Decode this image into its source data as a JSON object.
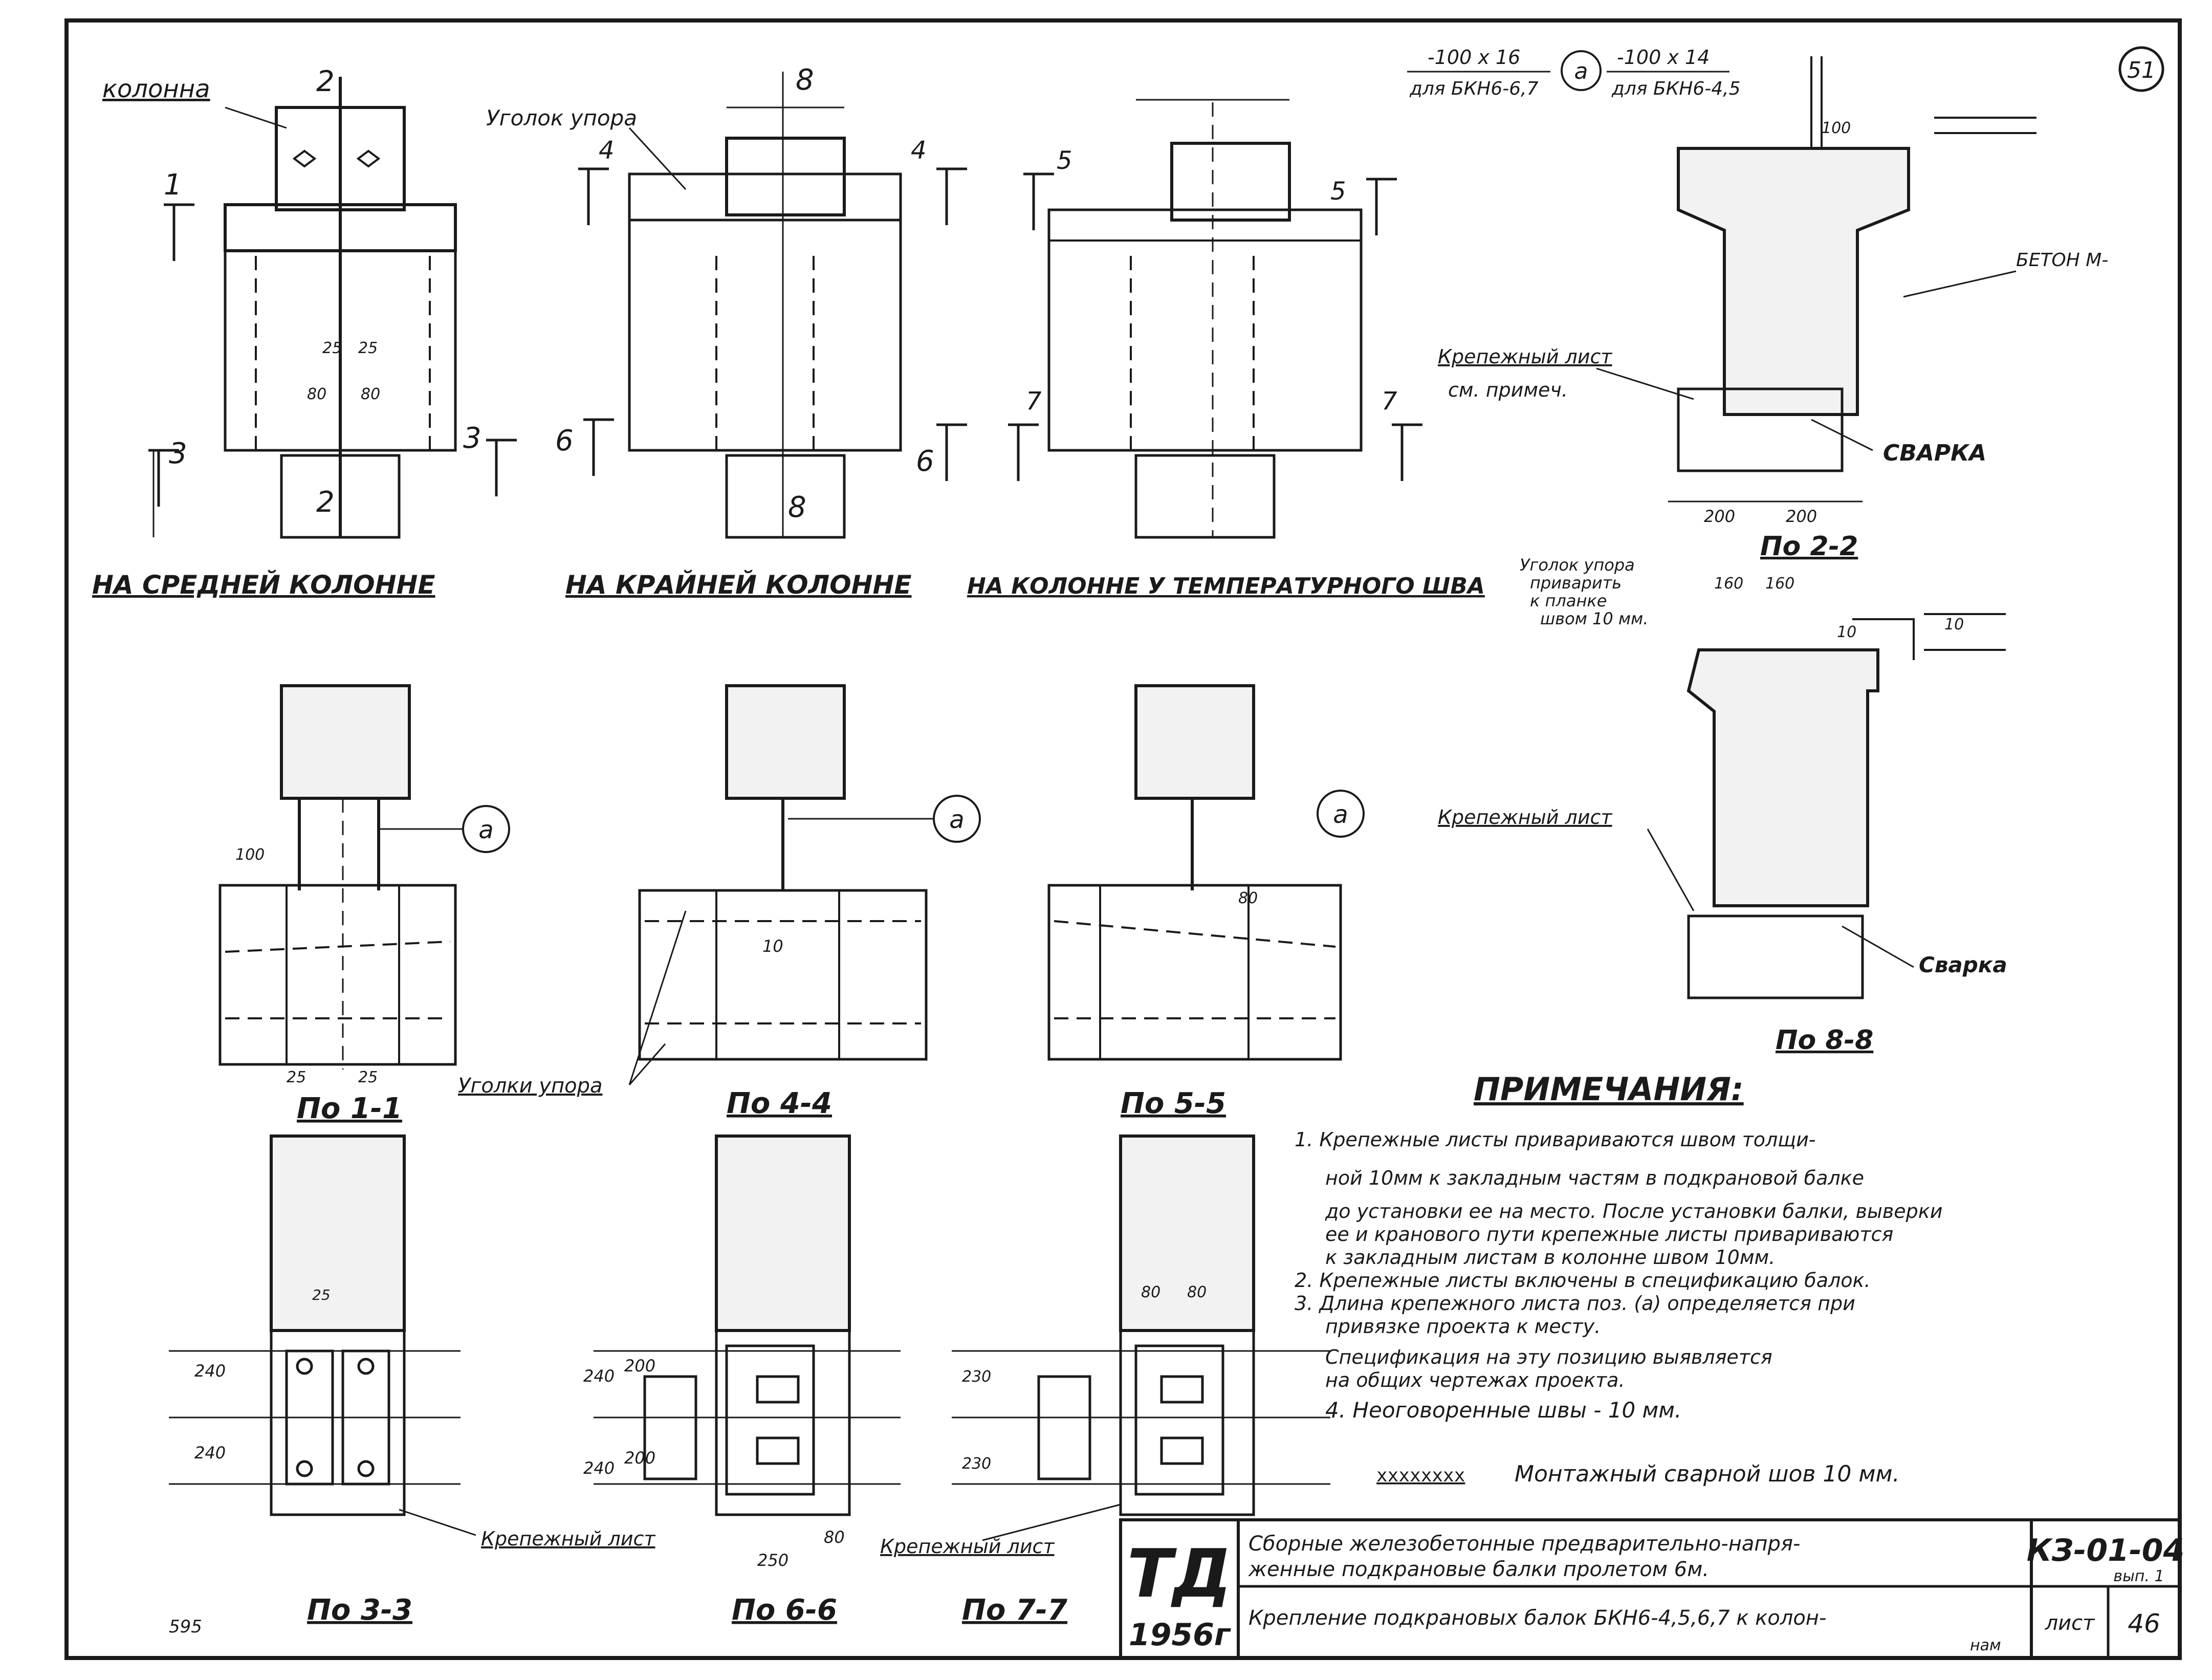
{
  "sheet_number": "51",
  "labels": {
    "column": "колонна",
    "stop_angle": "Уголок упора",
    "stop_angles": "Уголки упора",
    "fastening_sheet": "Крепежный лист",
    "see_note": "см. примеч.",
    "concrete": "БЕТОН М-",
    "welding": "СВАРКА",
    "welding2": "Сварка",
    "stop_angle_weld_1": "Уголок упора",
    "stop_angle_weld_2": "приварить",
    "stop_angle_weld_3": "к планке",
    "stop_angle_weld_4": "швом 10 мм.",
    "page_number": "595"
  },
  "plate_spec": {
    "marker": "а",
    "left_size": "-100 x 16",
    "left_for": "для БКН6-6,7",
    "right_size": "-100 x 14",
    "right_for": "для БКН6-4,5"
  },
  "views": {
    "middle": "НА СРЕДНЕЙ КОЛОННЕ",
    "edge": "НА КРАЙНЕЙ КОЛОННЕ",
    "joint": "НА КОЛОННЕ У ТЕМПЕРАТУРНОГО ШВА"
  },
  "sections": {
    "s11": "По 1-1",
    "s44": "По 4-4",
    "s55": "По 5-5",
    "s33": "По 3-3",
    "s66": "По 6-6",
    "s77": "По 7-7",
    "s22": "По 2-2",
    "s88": "По 8-8"
  },
  "cut_marks": [
    "1",
    "2",
    "3",
    "4",
    "5",
    "6",
    "7",
    "8"
  ],
  "dimensions": {
    "d25": "25",
    "d80": "80",
    "d100": "100",
    "d200": "200",
    "d160": "160",
    "d10": "10",
    "d240": "240",
    "d230": "230",
    "d250": "250"
  },
  "notes": {
    "title": "ПРИМЕЧАНИЯ:",
    "lines": [
      "1. Крепежные листы                привариваются швом толщи-",
      "ной 10мм к закладным частям в подкрановой балке",
      "до установки ее на место. После установки балки, выверки",
      "ее и кранового пути крепежные листы привариваются",
      "к закладным листам в колонне швом 10мм.",
      "2. Крепежные листы включены в спецификацию балок.",
      "3. Длина крепежного листа поз. (а) определяется при",
      "привязке проекта к месту.",
      "Спецификация на эту позицию выявляется",
      "на общих чертежах проекта.",
      "4. Неоговоренные швы - 10 мм."
    ],
    "weld_legend_marks": "xxxxxxxx",
    "weld_legend": "Монтажный сварной шов 10 мм."
  },
  "title_block": {
    "org": "ТД",
    "year": "1956г",
    "title_line1": "Сборные железобетонные предварительно-напря-",
    "title_line2": "женные подкрановые балки пролетом 6м.",
    "subtitle": "Крепление подкрановых балок БКН6-4,5,6,7 к колон-",
    "subtitle_end": "нам",
    "code": "КЗ-01-04",
    "issue": "вып. 1",
    "sheet_label": "лист",
    "sheet_no": "46"
  }
}
